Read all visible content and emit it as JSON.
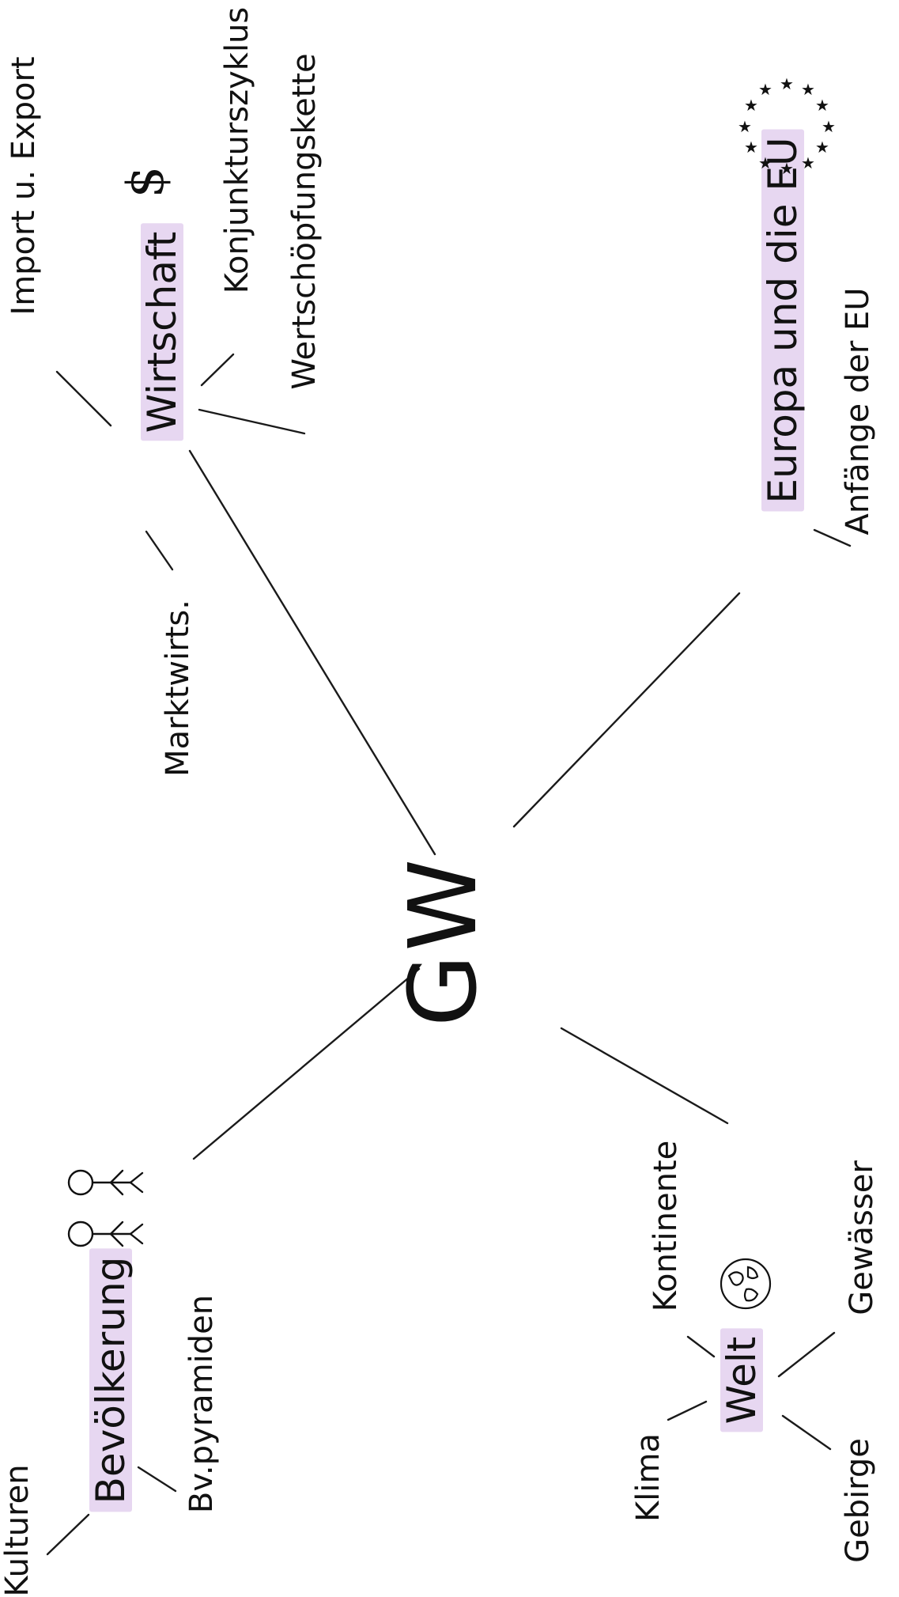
{
  "center": {
    "label": "GW"
  },
  "branches": {
    "wirtschaft": {
      "label": "Wirtschaft",
      "icon": "dollar-sign-icon",
      "icon_glyph": "$",
      "subtopics": [
        "Import u. Export",
        "Konjunkturszyklus",
        "Wertschöpfungskette",
        "Marktwirts."
      ]
    },
    "europa": {
      "label": "Europa und die EU",
      "icon": "eu-stars-icon",
      "subtopics": [
        "Anfänge der EU"
      ]
    },
    "bevoelkerung": {
      "label": "Bevölkerung",
      "icon": "people-icon",
      "subtopics": [
        "Kulturen",
        "Bv.pyramiden"
      ]
    },
    "welt": {
      "label": "Welt",
      "icon": "globe-icon",
      "subtopics": [
        "Kontinente",
        "Klima",
        "Gebirge",
        "Gewässer"
      ]
    }
  },
  "colors": {
    "highlight": "#e7d7f1",
    "ink": "#1a1a1a"
  }
}
